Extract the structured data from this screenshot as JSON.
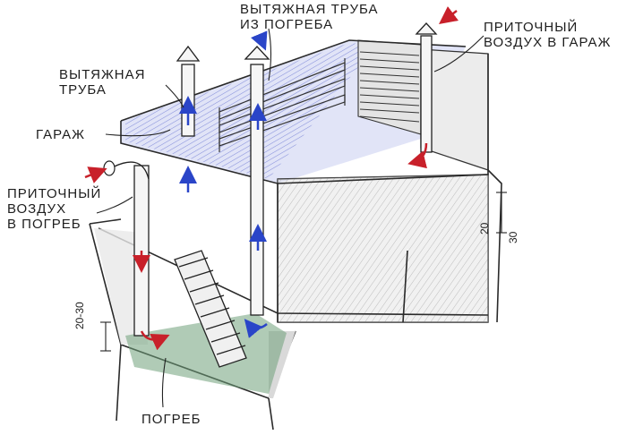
{
  "labels": {
    "exhaust_pipe_line1": "ВЫТЯЖНАЯ",
    "exhaust_pipe_line2": "ТРУБА",
    "cellar_exhaust_line1": "ВЫТЯЖНАЯ ТРУБА",
    "cellar_exhaust_line2": "ИЗ ПОГРЕБА",
    "garage_intake_line1": "ПРИТОЧНЫЙ",
    "garage_intake_line2": "ВОЗДУХ В ГАРАЖ",
    "garage": "ГАРАЖ",
    "cellar_intake_line1": "ПРИТОЧНЫЙ",
    "cellar_intake_line2": "ВОЗДУХ",
    "cellar_intake_line3": "В ПОГРЕБ",
    "cellar": "ПОГРЕБ",
    "dim_left": "20-30",
    "dim_right_a": "20",
    "dim_right_b": "30"
  },
  "colors": {
    "ink": "#2a2a2a",
    "intake_arrow": "#c8202a",
    "exhaust_arrow": "#2a45c8",
    "wall_shade_blue": "#5a6ad0",
    "floor_green": "#6fa07a"
  }
}
